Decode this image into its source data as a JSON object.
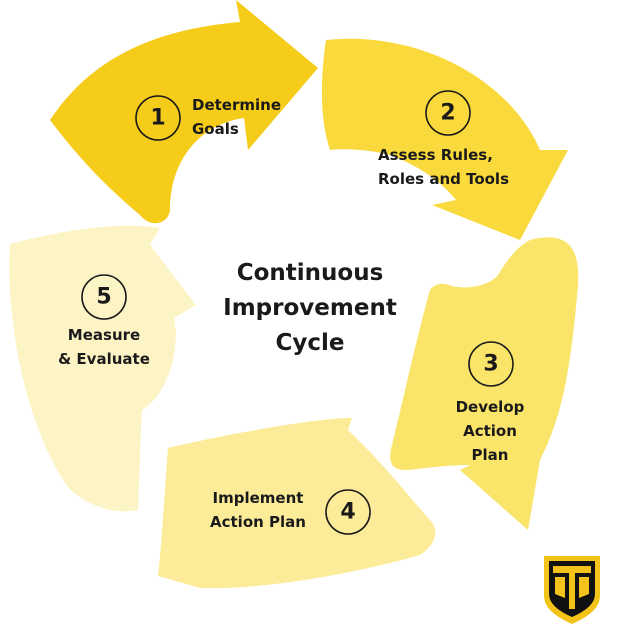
{
  "title_lines": [
    "Continuous",
    "Improvement",
    "Cycle"
  ],
  "steps": [
    {
      "number": "1",
      "lines": [
        "Determine",
        "Goals"
      ],
      "color": "#f5cc1a"
    },
    {
      "number": "2",
      "lines": [
        "Assess Rules,",
        "Roles and Tools"
      ],
      "color": "#f9d93c"
    },
    {
      "number": "3",
      "lines": [
        "Develop",
        "Action",
        "Plan"
      ],
      "color": "#fbe46a"
    },
    {
      "number": "4",
      "lines": [
        "Implement",
        "Action Plan"
      ],
      "color": "#fcec9a"
    },
    {
      "number": "5",
      "lines": [
        "Measure",
        "& Evaluate"
      ],
      "color": "#fdf4c6"
    }
  ],
  "logo_colors": {
    "outer": "#f2c318",
    "inner": "#111111",
    "glyph": "#f2c318"
  }
}
